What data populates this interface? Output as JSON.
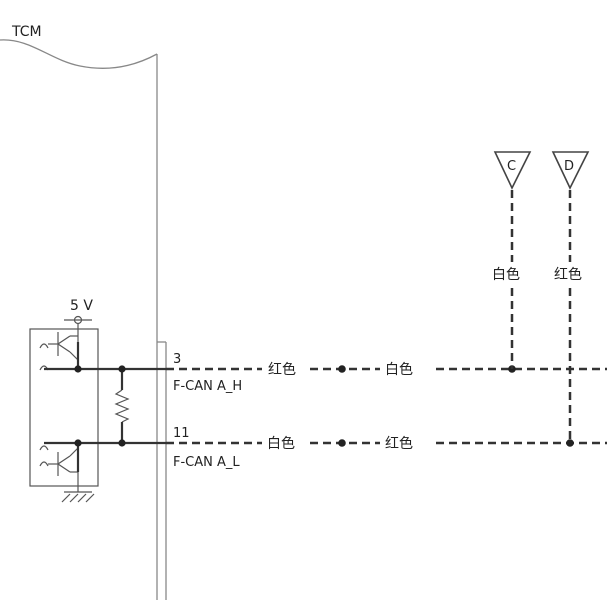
{
  "module": {
    "name": "TCM"
  },
  "supply": {
    "label": "5 V"
  },
  "pins": [
    {
      "number": "3",
      "signal": "F-CAN A_H"
    },
    {
      "number": "11",
      "signal": "F-CAN A_L"
    }
  ],
  "wire_colors": {
    "h_segment1": "红色",
    "h_segment2": "白色",
    "l_segment1": "白色",
    "l_segment2": "红色",
    "to_c": "白色",
    "to_d": "红色"
  },
  "connectors": [
    {
      "id": "C"
    },
    {
      "id": "D"
    }
  ]
}
